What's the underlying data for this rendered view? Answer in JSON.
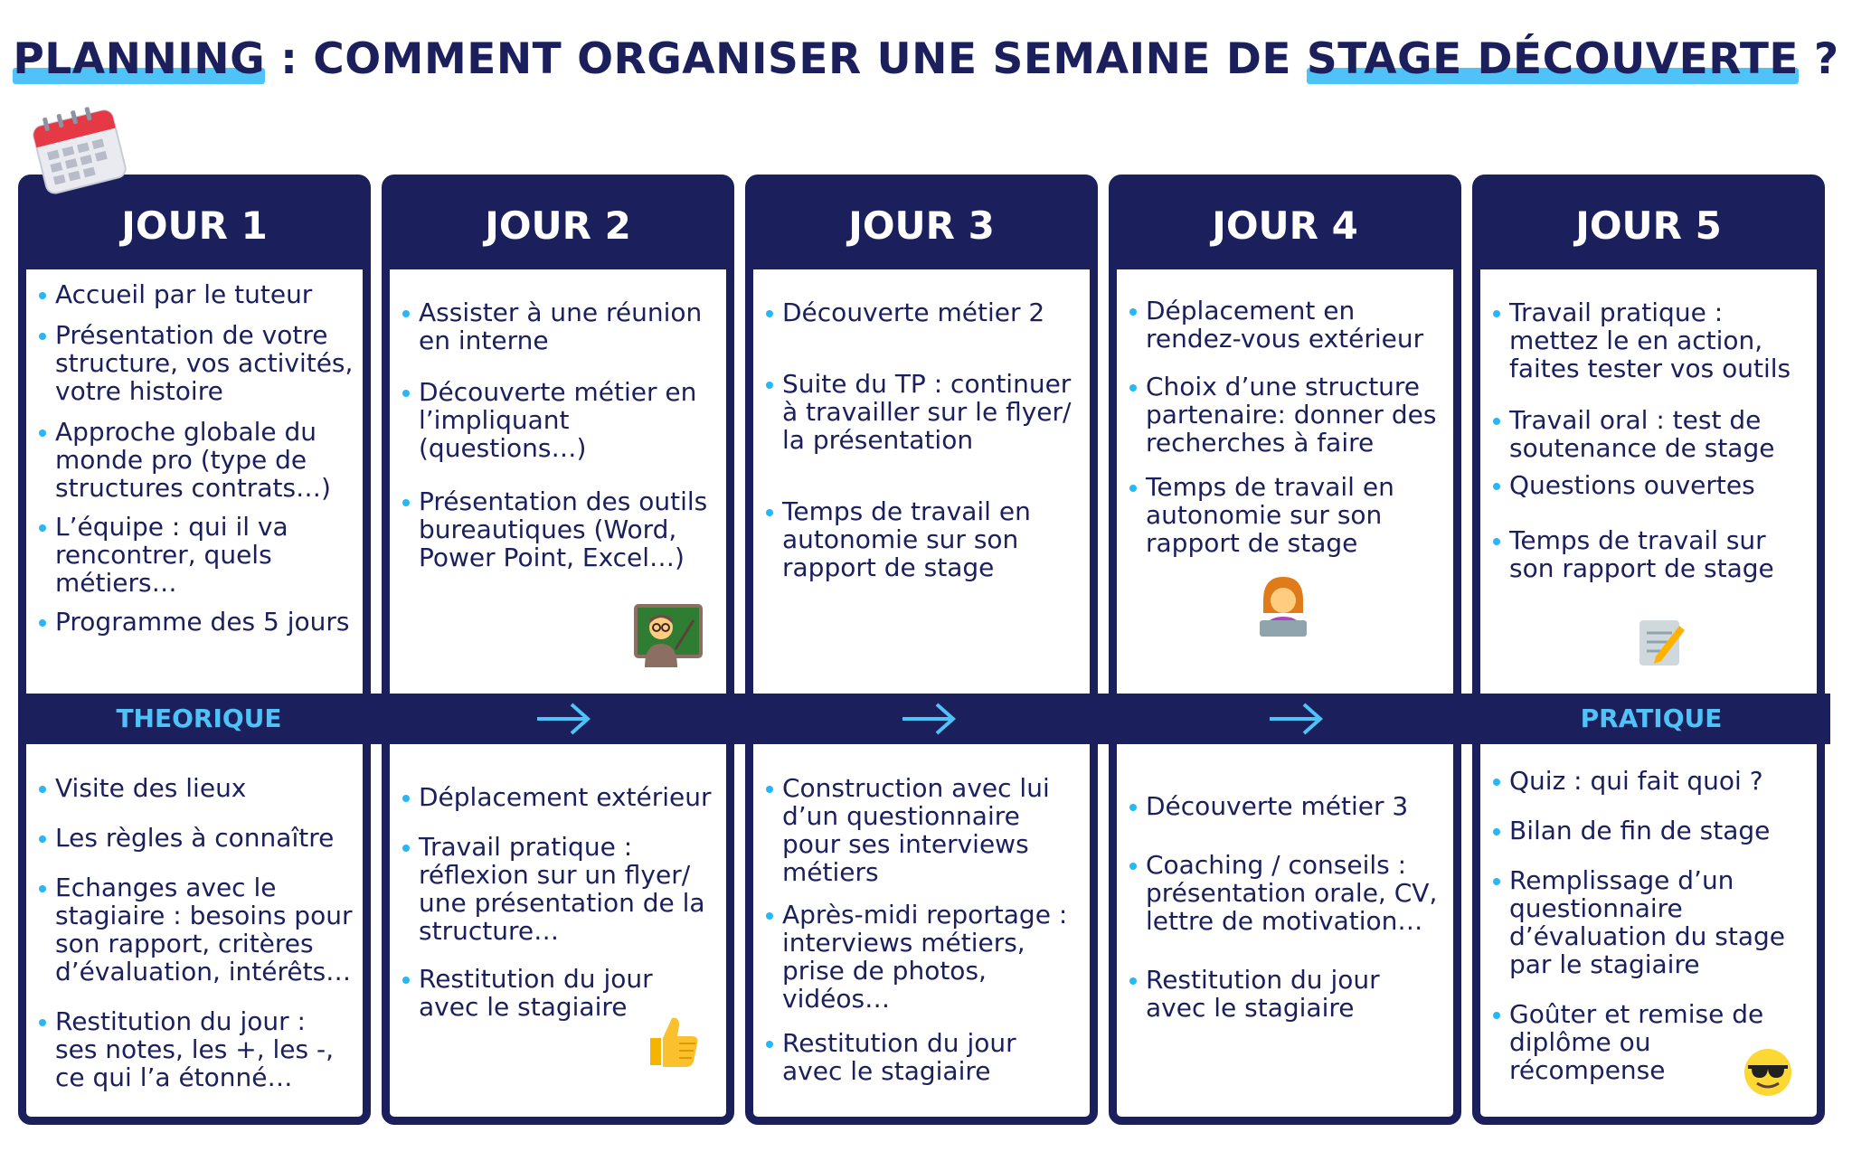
{
  "title": {
    "word1": "PLANNING",
    "middle": " : COMMENT ORGANISER UNE SEMAINE DE ",
    "word2": "STAGE DÉCOUVERTE",
    "end": " ?"
  },
  "band": {
    "left_label": "THEORIQUE",
    "right_label": "PRATIQUE"
  },
  "colors": {
    "navy": "#1b1f5c",
    "accent": "#4fc3f7",
    "bullet": "#29b6f6"
  },
  "days": [
    {
      "label": "JOUR 1",
      "morning": [
        "Accueil par le tuteur",
        "Présentation de votre structure, vos activités, votre histoire",
        "Approche globale du monde pro (type de structures contrats…)",
        "L’équipe : qui il va rencontrer, quels métiers…",
        "Programme des 5 jours"
      ],
      "afternoon": [
        "Visite des lieux",
        "Les règles à connaître",
        "Echanges avec le stagiaire : besoins pour son rapport, critères d’évaluation, intérêts…",
        "Restitution du jour : ses notes, les +, les -, ce qui l’a étonné…"
      ]
    },
    {
      "label": "JOUR 2",
      "morning": [
        "Assister à une réunion en interne",
        "Découverte métier en l’impliquant (questions…)",
        "Présentation des outils bureautiques (Word, Power Point, Excel…)"
      ],
      "afternoon": [
        "Déplacement extérieur",
        "Travail pratique : réflexion sur un flyer/ une présentation de la structure…",
        "Restitution du jour avec le stagiaire"
      ]
    },
    {
      "label": "JOUR 3",
      "morning": [
        "Découverte métier 2",
        "Suite du TP : continuer à travailler sur le flyer/ la présentation",
        "Temps de travail en autonomie sur son rapport de stage"
      ],
      "afternoon": [
        "Construction avec lui d’un questionnaire pour ses interviews métiers",
        "Après-midi reportage : interviews métiers, prise de photos, vidéos…",
        "Restitution du jour avec le stagiaire"
      ]
    },
    {
      "label": "JOUR 4",
      "morning": [
        "Déplacement en rendez-vous extérieur",
        "Choix d’une structure partenaire: donner des recherches à faire",
        "Temps de travail en autonomie sur son rapport de stage"
      ],
      "afternoon": [
        "Découverte métier 3",
        "Coaching / conseils : présentation orale, CV, lettre de motivation…",
        "Restitution du jour avec le stagiaire"
      ]
    },
    {
      "label": "JOUR 5",
      "morning": [
        "Travail pratique : mettez le en action, faites tester vos outils",
        "Travail oral : test de soutenance de stage",
        "Questions ouvertes",
        "Temps de travail sur son rapport de stage"
      ],
      "afternoon": [
        "Quiz : qui fait quoi ?",
        "Bilan de fin de stage",
        "Remplissage d’un questionnaire d’évaluation du stage par le stagiaire",
        "Goûter et remise de diplôme ou récompense"
      ]
    }
  ]
}
